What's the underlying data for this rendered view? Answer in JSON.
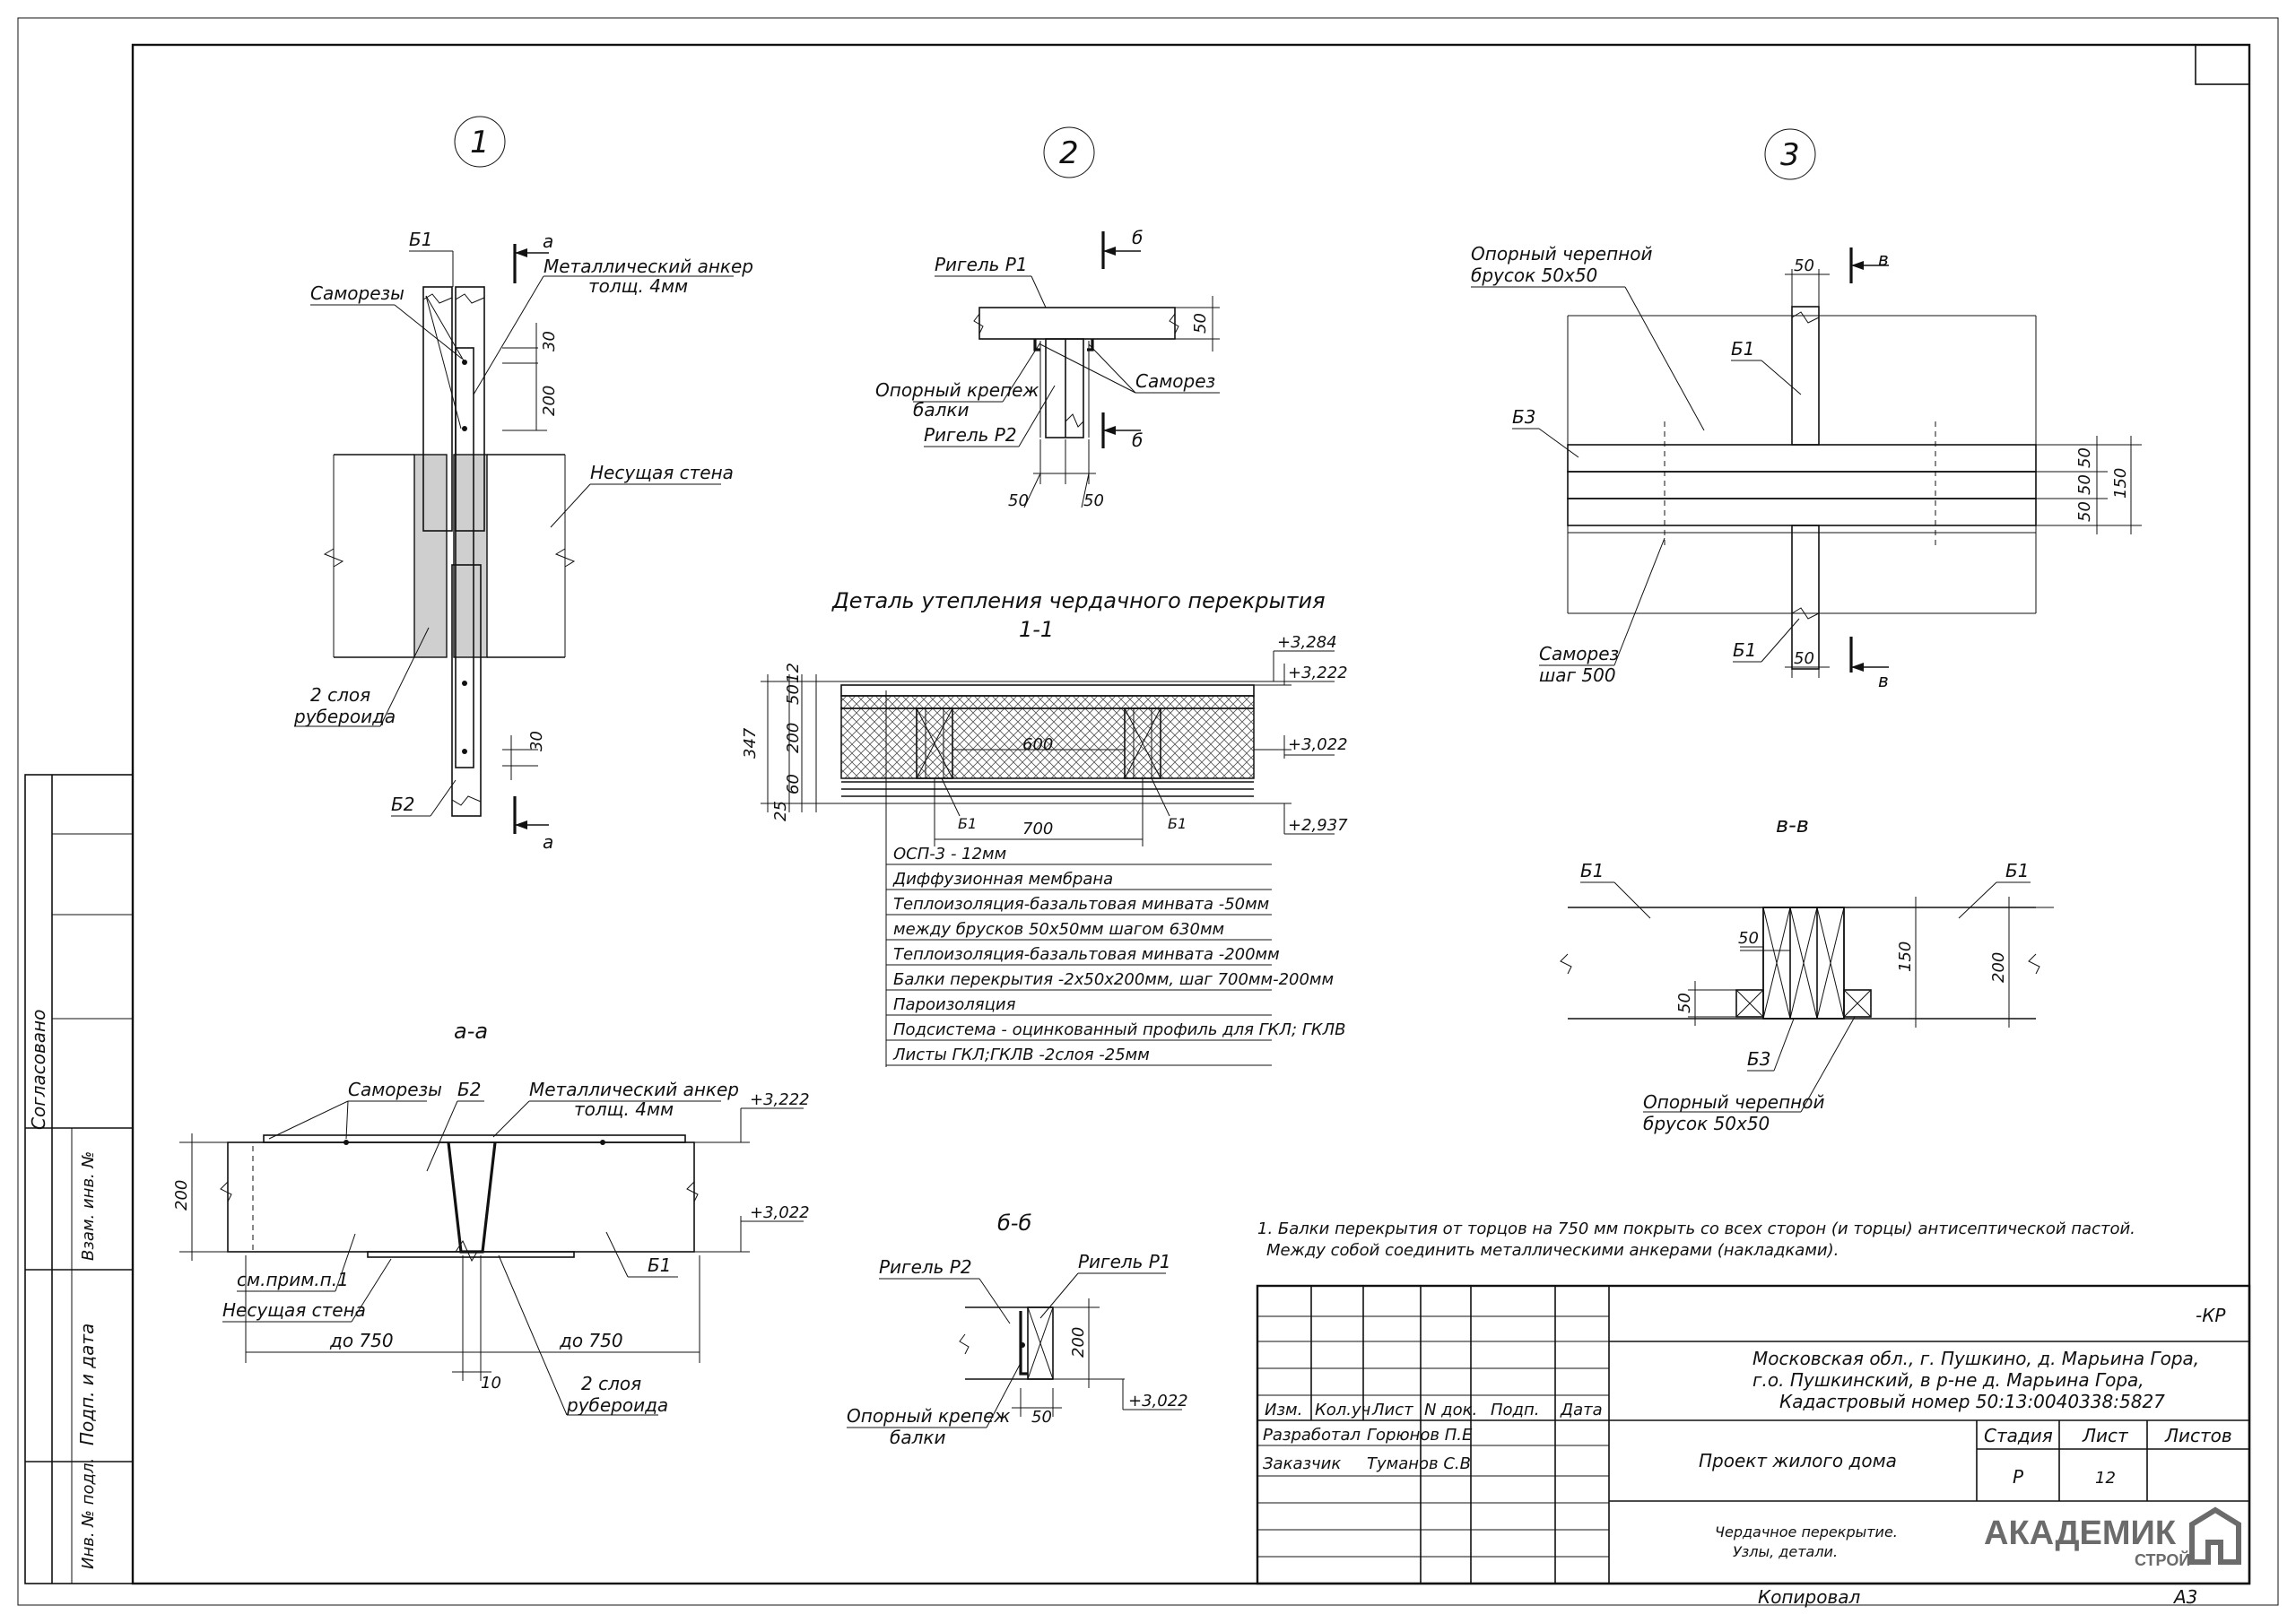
{
  "sheet": {
    "side_stamps": {
      "agreed": "Согласовано",
      "inv_replace": "Взам. инв. №",
      "sign_date": "Подп. и дата",
      "inv_orig": "Инв. № подл."
    },
    "copied": "Копировал",
    "format": "А3"
  },
  "detail1": {
    "circle": "1",
    "b1": "Б1",
    "b2": "Б2",
    "screws": "Саморезы",
    "anchor_l1": "Металлический анкер",
    "anchor_l2": "толщ. 4мм",
    "dim30a": "30",
    "dim200": "200",
    "dim30b": "30",
    "wall": "Несущая стена",
    "roofing_l1": "2 слоя",
    "roofing_l2": "рубероида",
    "cut_a_top": "а",
    "cut_a_bot": "а"
  },
  "detail2": {
    "circle": "2",
    "rigel_p1": "Ригель Р1",
    "rigel_p2": "Ригель Р2",
    "support_l1": "Опорный крепеж",
    "support_l2": "балки",
    "screw": "Саморез",
    "dim50r": "50",
    "dim50a": "50",
    "dim50b": "50",
    "cut_b_top": "б",
    "cut_b_bot": "б"
  },
  "detail3": {
    "circle": "3",
    "brusok_l1": "Опорный черепной",
    "brusok_l2": "брусок 50х50",
    "b1_top": "Б1",
    "b1_bot": "Б1",
    "b3": "Б3",
    "dim50_top": "50",
    "dim50_bot": "50",
    "dim50_1": "50",
    "dim50_2": "50",
    "dim50_3": "50",
    "dim150": "150",
    "screw_l1": "Саморез",
    "screw_l2": "шаг 500",
    "cut_v_top": "в",
    "cut_v_bot": "в"
  },
  "insulation": {
    "title": "Деталь утепления чердачного перекрытия",
    "subtitle": "1-1",
    "lvl1": "+3,284",
    "lvl2": "+3,222",
    "lvl3": "+3,022",
    "lvl4": "+2,937",
    "d347": "347",
    "d200": "200",
    "d25": "25",
    "d60": "60",
    "d50": "50",
    "d12": "12",
    "d600": "600",
    "d700": "700",
    "b1a": "Б1",
    "b1b": "Б1",
    "layers": [
      "ОСП-3 - 12мм",
      "Диффузионная мембрана",
      "Теплоизоляция-базальтовая минвата -50мм",
      "между брусков 50х50мм шагом 630мм",
      "Теплоизоляция-базальтовая минвата -200мм",
      "Балки перекрытия -2х50х200мм, шаг 700мм-200мм",
      "Пароизоляция",
      "Подсистема - оцинкованный профиль для ГКЛ; ГКЛВ",
      "Листы ГКЛ;ГКЛВ -2слоя -25мм"
    ]
  },
  "section_aa": {
    "title": "а-а",
    "screws": "Саморезы",
    "b2": "Б2",
    "anchor_l1": "Металлический анкер",
    "anchor_l2": "толщ. 4мм",
    "lvl1": "+3,222",
    "lvl2": "+3,022",
    "dim200": "200",
    "see_note": "см.прим.п.1",
    "wall": "Несущая стена",
    "b1": "Б1",
    "do750a": "до 750",
    "do750b": "до 750",
    "d10": "10",
    "roofing_l1": "2 слоя",
    "roofing_l2": "рубероида"
  },
  "section_bb": {
    "title": "б-б",
    "rigel_p2": "Ригель Р2",
    "rigel_p1": "Ригель Р1",
    "dim200": "200",
    "lvl": "+3,022",
    "support_l1": "Опорный крепеж",
    "support_l2": "балки",
    "dim50": "50"
  },
  "section_vv": {
    "title": "в-в",
    "b1a": "Б1",
    "b1b": "Б1",
    "dim50a": "50",
    "dim150": "150",
    "dim200": "200",
    "dim50b": "50",
    "b3": "Б3",
    "brusok_l1": "Опорный черепной",
    "brusok_l2": "брусок 50х50"
  },
  "note": {
    "line1": "1. Балки перекрытия от торцов на 750 мм покрыть со всех сторон (и торцы) антисептической пастой.",
    "line2": "Между собой соединить металлическими анкерами (накладками)."
  },
  "title_block": {
    "code": "-КР",
    "address_l1": "Московская обл., г. Пушкино, д. Марьина Гора,",
    "address_l2": "г.о. Пушкинский, в р-не д. Марьина Гора,",
    "address_l3": "Кадастровый номер 50:13:0040338:5827",
    "col_izm": "Изм.",
    "col_kol": "Кол.уч",
    "col_list": "Лист",
    "col_doc": "N док.",
    "col_podp": "Подп.",
    "col_data": "Дата",
    "role1": "Разработал",
    "name1": "Горюнов П.Е",
    "role2": "Заказчик",
    "name2": "Туманов С.В",
    "project": "Проект жилого дома",
    "stage_h": "Стадия",
    "sheet_h": "Лист",
    "sheets_h": "Листов",
    "stage": "Р",
    "sheet_no": "12",
    "sheet_title_l1": "Чердачное перекрытие.",
    "sheet_title_l2": "Узлы, детали.",
    "logo_main": "АКАДЕМИК",
    "logo_sub": "СТРОЙ",
    "logo_color": "#6b6b6b"
  }
}
